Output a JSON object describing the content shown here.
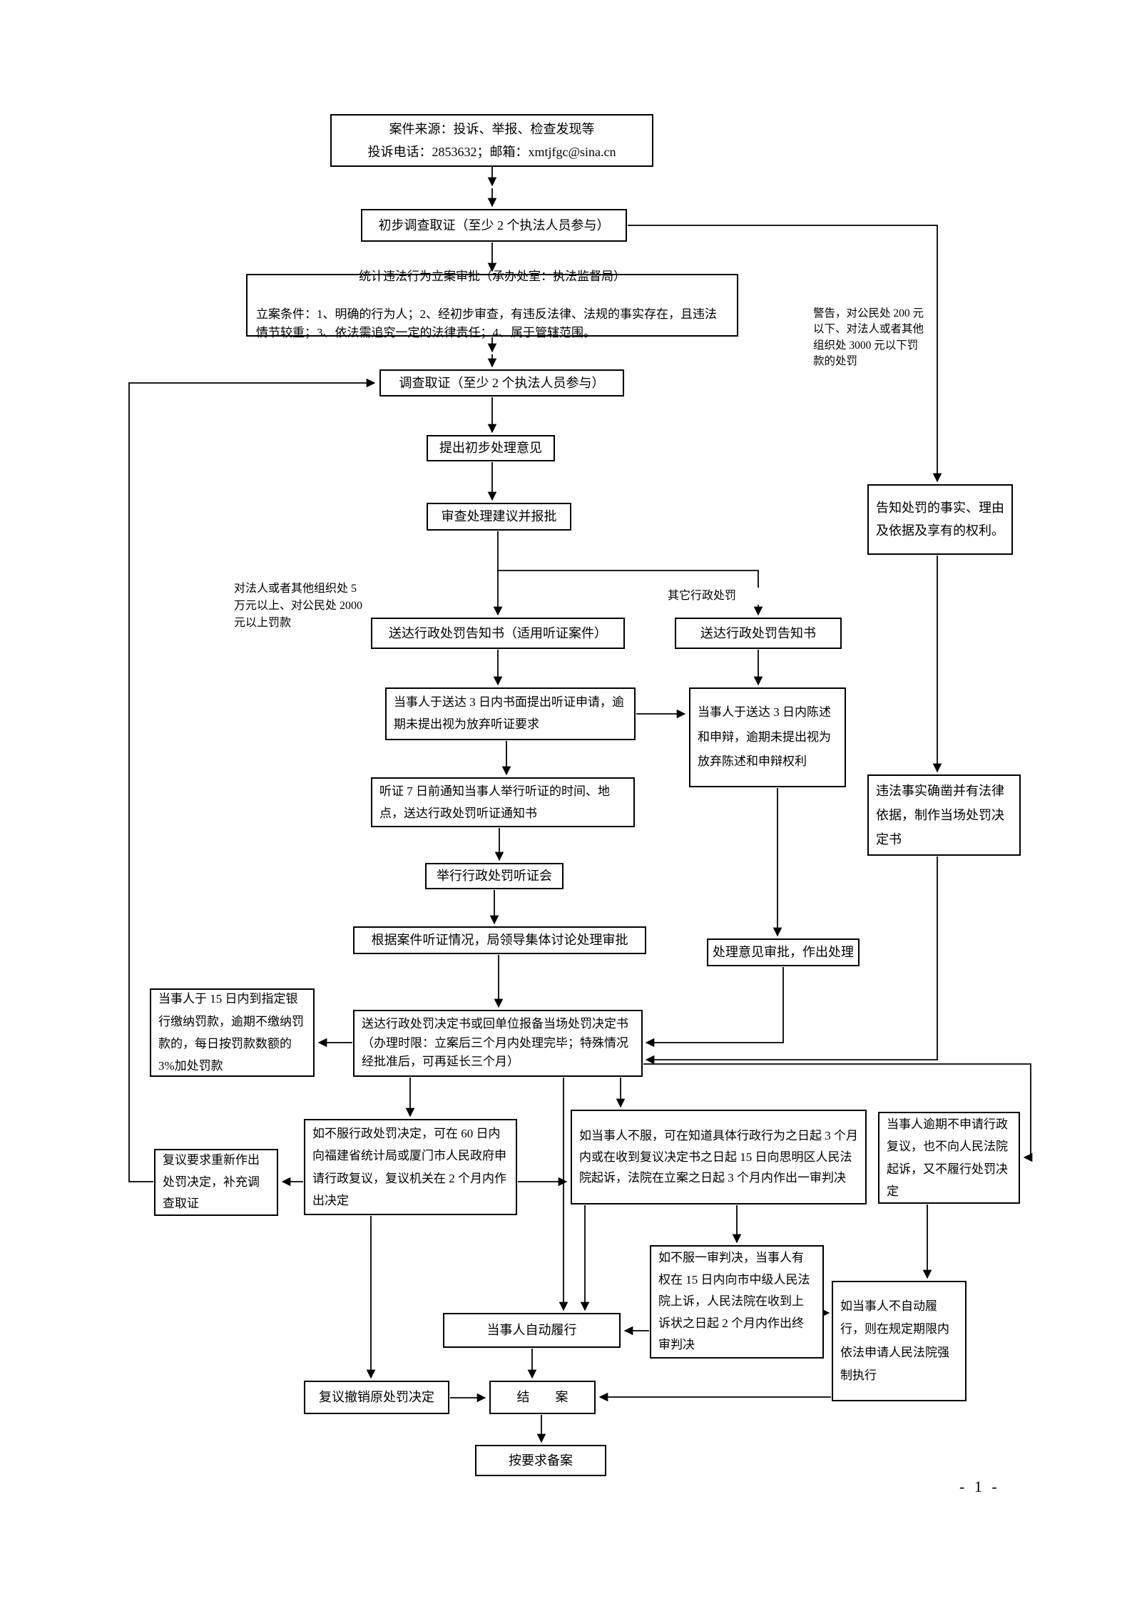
{
  "page": {
    "number": "- 1 -"
  },
  "nodes": {
    "source": "案件来源：投诉、举报、检查发现等\n投诉电话：2853632；邮箱：xmtjfgc@sina.cn",
    "prelim": "初步调查取证（至少 2 个执法人员参与）",
    "approval_title": "统计违法行为立案审批（承办处室：执法监督局）",
    "approval_conditions": "立案条件：1、明确的行为人；2、经初步审查，有违反法律、法规的事实存在，且违法情节较重；3、依法需追究一定的法律责任；4、属于管辖范围。",
    "investigate": "调查取证（至少 2 个执法人员参与）",
    "initial_opinion": "提出初步处理意见",
    "review": "审查处理建议并报批",
    "notice_hearing": "送达行政处罚告知书（适用听证案件）",
    "notice_other": "送达行政处罚告知书",
    "hearing_request": "当事人于送达 3 日内书面提出听证申请，逾期未提出视为放弃听证要求",
    "statement": "当事人于送达 3 日内陈述和申辩，逾期未提出视为放弃陈述和申辩权利",
    "hearing_notice": "听证 7 日前通知当事人举行听证的时间、地点，送达行政处罚听证通知书",
    "hold_hearing": "举行行政处罚听证会",
    "discuss": "根据案件听证情况，局领导集体讨论处理审批",
    "opinion_approval": "处理意见审批，作出处理",
    "deliver": "送达行政处罚决定书或回单位报备当场处罚决定书（办理时限：立案后三个月内处理完毕；特殊情况经批准后，可再延长三个月）",
    "pay_fine": "当事人于 15 日内到指定银行缴纳罚款，逾期不缴纳罚款的，每日按罚款数额的 3%加处罚款",
    "reconsideration": "如不服行政处罚决定，可在 60 日内向福建省统计局或厦门市人民政府申请行政复议，复议机关在 2 个月内作出决定",
    "lawsuit": "如当事人不服，可在知道具体行政行为之日起 3 个月内或在收到复议决定书之日起 15 日向思明区人民法院起诉，法院在立案之日起 3 个月内作出一审判决",
    "overdue": "当事人逾期不申请行政复议，也不向人民法院起诉，又不履行处罚决定",
    "redo": "复议要求重新作出处罚决定，补充调查取证",
    "appeal": "如不服一审判决，当事人有权在 15 日内向市中级人民法院上诉，人民法院在收到上诉状之日起 2 个月内作出终审判决",
    "voluntary": "当事人自动履行",
    "enforce": "如当事人不自动履行，则在规定期限内依法申请人民法院强制执行",
    "revoke": "复议撤销原处罚决定",
    "close_case": "结　　案",
    "filing": "按要求备案",
    "inform_rights": "告知处罚的事实、理由及依据及享有的权利。",
    "onspot": "违法事实确凿并有法律依据，制作当场处罚决定书"
  },
  "labels": {
    "warning": "警告，对公民处 200 元以下、对法人或者其他组织处 3000 元以下罚款的处罚",
    "big_fine": "对法人或者其他组织处 5 万元以上、对公民处 2000 元以上罚款",
    "other_penalty": "其它行政处罚"
  },
  "edges": [
    [
      "source",
      "prelim"
    ],
    [
      "prelim",
      "approval"
    ],
    [
      "prelim",
      "inform_rights"
    ],
    [
      "approval",
      "investigate"
    ],
    [
      "investigate",
      "initial_opinion"
    ],
    [
      "initial_opinion",
      "review"
    ],
    [
      "review",
      "notice_hearing"
    ],
    [
      "review",
      "notice_other"
    ],
    [
      "notice_hearing",
      "hearing_request"
    ],
    [
      "hearing_request",
      "hearing_notice"
    ],
    [
      "hearing_request",
      "statement"
    ],
    [
      "notice_other",
      "statement"
    ],
    [
      "hearing_notice",
      "hold_hearing"
    ],
    [
      "hold_hearing",
      "discuss"
    ],
    [
      "discuss",
      "deliver"
    ],
    [
      "statement",
      "opinion_approval"
    ],
    [
      "opinion_approval",
      "deliver"
    ],
    [
      "inform_rights",
      "onspot"
    ],
    [
      "onspot",
      "deliver"
    ],
    [
      "deliver",
      "pay_fine"
    ],
    [
      "deliver",
      "reconsideration"
    ],
    [
      "deliver",
      "lawsuit"
    ],
    [
      "deliver",
      "voluntary"
    ],
    [
      "deliver",
      "overdue"
    ],
    [
      "reconsideration",
      "redo"
    ],
    [
      "reconsideration",
      "lawsuit"
    ],
    [
      "reconsideration",
      "revoke"
    ],
    [
      "redo",
      "investigate"
    ],
    [
      "lawsuit",
      "appeal"
    ],
    [
      "lawsuit",
      "voluntary"
    ],
    [
      "appeal",
      "voluntary"
    ],
    [
      "appeal",
      "enforce"
    ],
    [
      "overdue",
      "enforce"
    ],
    [
      "voluntary",
      "close_case"
    ],
    [
      "revoke",
      "close_case"
    ],
    [
      "enforce",
      "close_case"
    ],
    [
      "close_case",
      "filing"
    ]
  ]
}
